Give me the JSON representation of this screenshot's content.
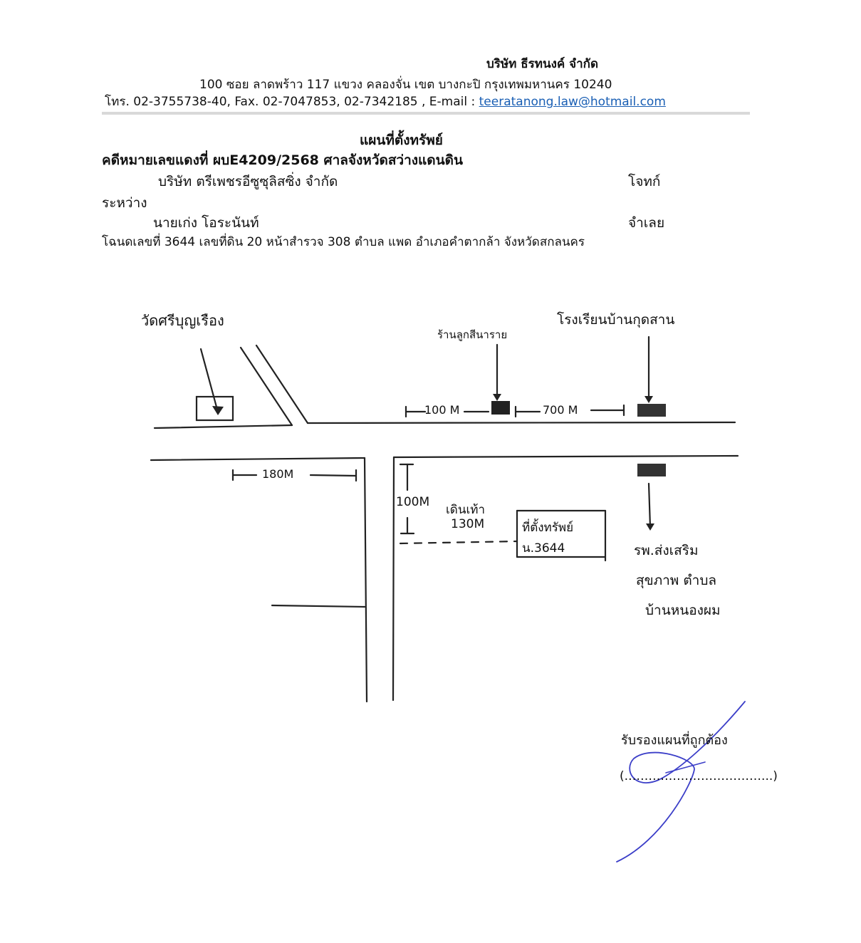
{
  "header": {
    "company": "บริษัท ธีรทนงค์ จำกัด",
    "address": "100   ซอย ลาดพร้าว 117    แขวง คลองจั่น    เขต บางกะปิ   กรุงเทพมหานคร  10240",
    "contact_prefix": "โทร. 02-3755738-40, Fax.  02-7047853, 02-7342185 , E-mail : ",
    "email": "teeratanong.law@hotmail.com"
  },
  "case": {
    "title": "แผนที่ตั้งทรัพย์",
    "case_line": "คดีหมายเลขแดงที่ ผบE4209/2568 ศาลจังหวัดสว่างแดนดิน",
    "plaintiff_name": "บริษัท ตรีเพชรอีซูซุลิสซิ่ง จำกัด",
    "plaintiff_role": "โจทก์",
    "between": "ระหว่าง",
    "defendant_name": "นายเก่ง โอระนันท์",
    "defendant_role": "จำเลย",
    "deed_line": "โฉนดเลขที่ 3644 เลขที่ดิน 20 หน้าสำรวจ 308  ตำบล แพด  อำเภอคำตากล้า   จังหวัดสกลนคร"
  },
  "map": {
    "temple_label": "วัดศรีบุญเรือง",
    "shop_label": "ร้านลูกสีนาราย",
    "school_label": "โรงเรียนบ้านกุดสาน",
    "dist_100_top": "100 M",
    "dist_700": "700 M",
    "dist_180": "180M",
    "dist_100_side": "100M",
    "walk_label": "เดินเท้า",
    "walk_dist": "130M",
    "property_label": "ที่ตั้งทรัพย์",
    "property_deed": "น.3644",
    "hospital_line1": "รพ.ส่งเสริม",
    "hospital_line2": "สุขภาพ ตำบล",
    "hospital_line3": "บ้านหนองผม"
  },
  "certify": {
    "label": "รับรองแผนที่ถูกต้อง",
    "signature_line": "(.……………………………...)"
  }
}
